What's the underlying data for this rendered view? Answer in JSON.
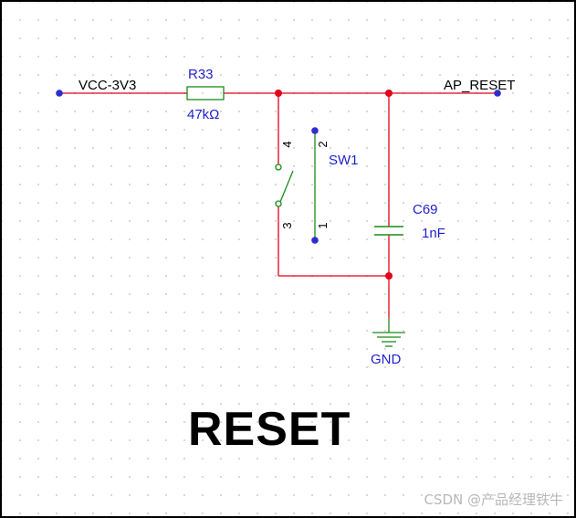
{
  "schematic": {
    "net_vcc": "VCC-3V3",
    "net_reset": "AP_RESET",
    "resistor": {
      "ref": "R33",
      "value": "47kΩ"
    },
    "switch": {
      "ref": "SW1",
      "pins": [
        "4",
        "2",
        "3",
        "1"
      ]
    },
    "capacitor": {
      "ref": "C69",
      "value": "1nF"
    },
    "ground": "GND",
    "title": "RESET"
  },
  "colors": {
    "wire": "#e2001a",
    "component": "#1a8c1a",
    "port": "#2e2ecf",
    "junction": "#e2001a",
    "ref_text": "#1f1fd0",
    "net_text": "#000000"
  },
  "watermark": "CSDN @产品经理铁牛"
}
